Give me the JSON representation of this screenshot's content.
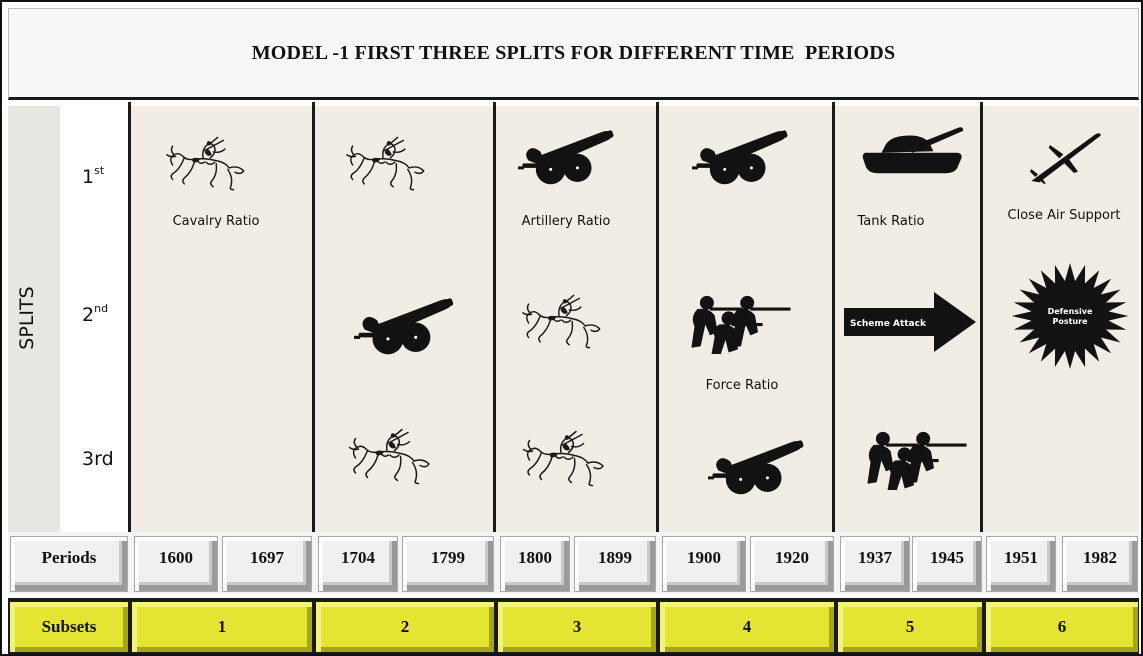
{
  "title": "MODEL -1 FIRST THREE SPLITS FOR DIFFERENT TIME  PERIODS",
  "axis": {
    "splits_label": "SPLITS",
    "splits": [
      {
        "main": "1",
        "suffix": "st"
      },
      {
        "main": "2",
        "suffix": "nd"
      },
      {
        "main": "3rd",
        "suffix": ""
      }
    ]
  },
  "ratio_labels": {
    "cavalry": "Cavalry Ratio",
    "artillery": "Artillery Ratio",
    "tank": "Tank Ratio",
    "air": "Close Air Support",
    "force": "Force Ratio"
  },
  "icon_text": {
    "scheme_attack": "Scheme Attack",
    "defensive_1": "Defensive",
    "defensive_2": "Posture"
  },
  "periods": {
    "label": "Periods",
    "values": [
      "1600",
      "1697",
      "1704",
      "1799",
      "1800",
      "1899",
      "1900",
      "1920",
      "1937",
      "1945",
      "1951",
      "1982"
    ]
  },
  "subsets": {
    "label": "Subsets",
    "values": [
      "1",
      "2",
      "3",
      "4",
      "5",
      "6"
    ]
  },
  "icons": [
    "horse-rider-icon",
    "cannon-icon",
    "tank-icon",
    "fighter-jet-icon",
    "soldiers-icon",
    "attack-arrow-icon",
    "burst-icon"
  ],
  "colors": {
    "column_bg": "#f1ede4",
    "subset_yellow": "#e4e432",
    "separator": "#1a1a1a"
  }
}
